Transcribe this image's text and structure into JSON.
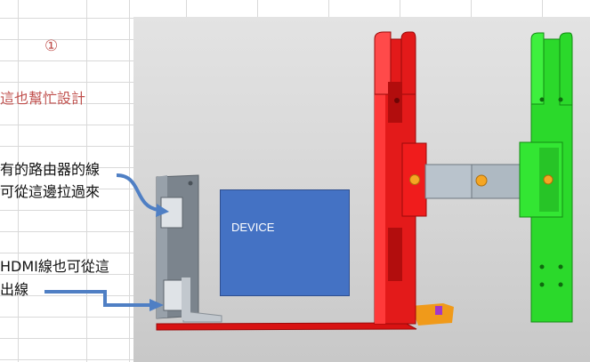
{
  "sheet": {
    "marker": "①",
    "heading": "這也幫忙設計",
    "note_router_line1": "有的路由器的線",
    "note_router_line2": "可從這邊拉過來",
    "note_hdmi_line1": "HDMI線也可從這",
    "note_hdmi_line2": "出線"
  },
  "cad": {
    "device_label": "DEVICE"
  },
  "colors": {
    "heading_red": "#c0504d",
    "grid_line": "#d9d9d9",
    "viewport_bg": "#d6d6d6",
    "device_blue": "#4472c4",
    "bracket_red": "#e01616",
    "joint_green": "#22dd22",
    "arm_gray": "#b9c3cc",
    "pivot_orange": "#f5a623",
    "arrow_blue": "#4f7fc4"
  }
}
